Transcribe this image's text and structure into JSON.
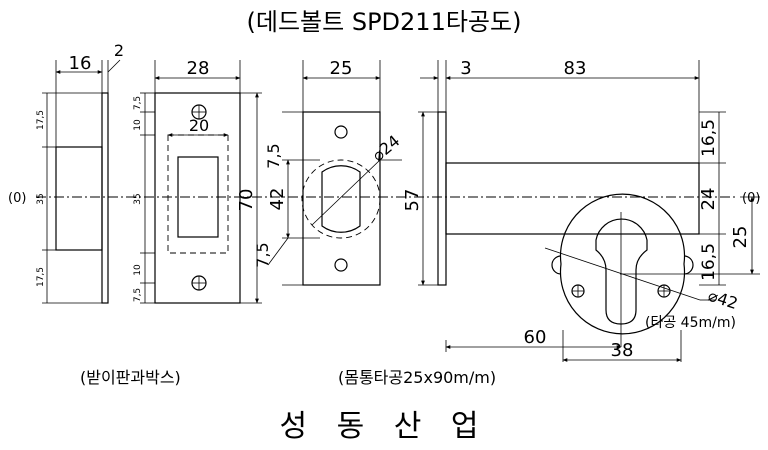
{
  "title": "(데드볼트 SPD211타공도)",
  "footer": "성 동 산 업",
  "labels": {
    "strike_plate_box": "(받이판과박스)",
    "body_hole": "(몸통타공25x90m/m)",
    "hole_45": "(타공 45m/m)"
  },
  "dims": {
    "d16": "16",
    "d2": "2",
    "d28": "28",
    "d20": "20",
    "d25": "25",
    "d3": "3",
    "d83": "83",
    "d70": "70",
    "d42": "42",
    "d7_5": "7,5",
    "d7_5b": "7,5",
    "d57": "57",
    "d24": "24",
    "d16_5": "16,5",
    "d16_5b": "16,5",
    "d25r": "25",
    "d60": "60",
    "d38": "38",
    "phi24": "⌀24",
    "phi42": "⌀42",
    "zero_left": "(0)",
    "zero_right": "(0)",
    "s17_5a": "17,5",
    "s35a": "35",
    "s17_5b": "17,5",
    "s7_5a": "7,5",
    "s10a": "10",
    "s35b": "35",
    "s10b": "10",
    "s7_5b": "7,5"
  }
}
